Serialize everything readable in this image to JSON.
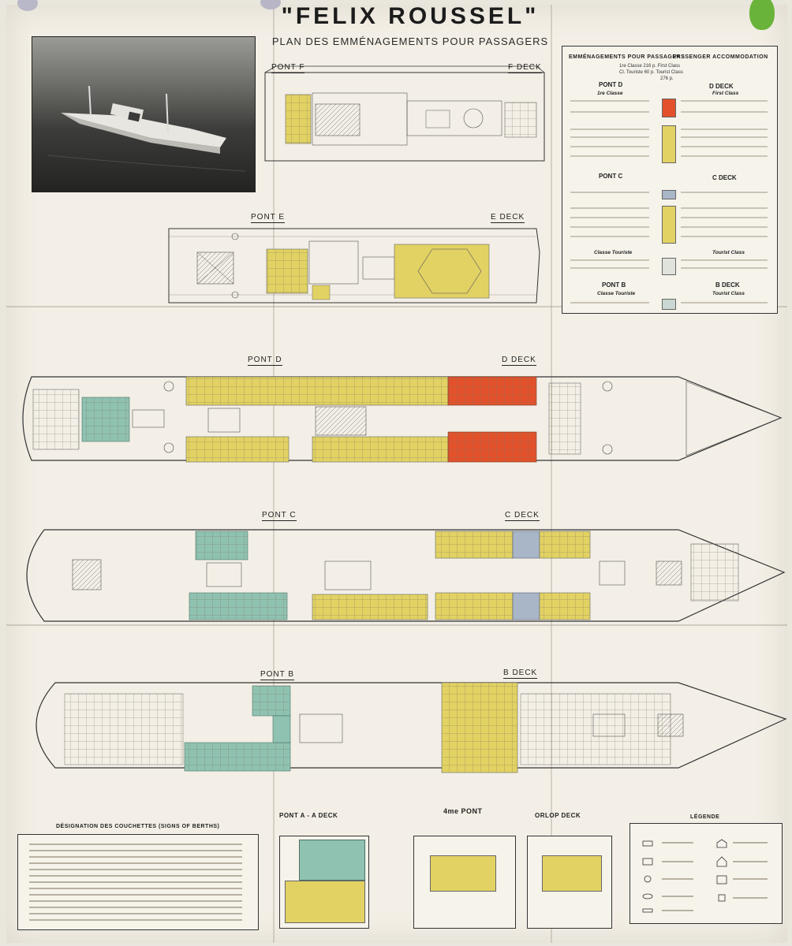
{
  "poster": {
    "title": "\"FELIX ROUSSEL\"",
    "subtitle": "PLAN DES EMMÉNAGEMENTS POUR PASSAGERS"
  },
  "decks": {
    "pont_f": "PONT F",
    "f_deck": "F DECK",
    "pont_e": "PONT E",
    "e_deck": "E DECK",
    "pont_d": "PONT D",
    "d_deck": "D DECK",
    "pont_c": "PONT C",
    "c_deck": "C DECK",
    "pont_b": "PONT B",
    "b_deck": "B DECK"
  },
  "legend_panel": {
    "heading_fr": "EMMÉNAGEMENTS POUR PASSAGERS",
    "heading_en": "PASSENGER ACCOMMODATION",
    "first_count": "1re Classe 216 p. First Class",
    "tourist_count": "Cl. Touriste 60 p. Tourist Class",
    "total": "276 p.",
    "pont_d": "PONT D",
    "d_deck": "D DECK",
    "first_fr": "1re Classe",
    "first_en": "First Class",
    "pont_c": "PONT C",
    "c_deck": "C DECK",
    "classe_touriste": "Classe Touriste",
    "tourist_class": "Tourist Class",
    "pont_b": "PONT B",
    "b_deck": "B DECK",
    "classe_touriste_b": "Classe Touriste",
    "tourist_class_b": "Tourist Class"
  },
  "bottom": {
    "berths_title": "DÉSIGNATION DES COUCHETTES (SIGNS OF BERTHS)",
    "pont_a": "PONT A - A DECK",
    "quatrieme": "4me PONT",
    "orlop": "ORLOP DECK",
    "legende": "LÉGENDE"
  },
  "colors": {
    "paper": "#f3efe6",
    "first_class_yellow": "#e2d263",
    "suite_red": "#e2512b",
    "tourist_teal": "#8fc2b1",
    "blue_grey": "#a9b6c8"
  }
}
